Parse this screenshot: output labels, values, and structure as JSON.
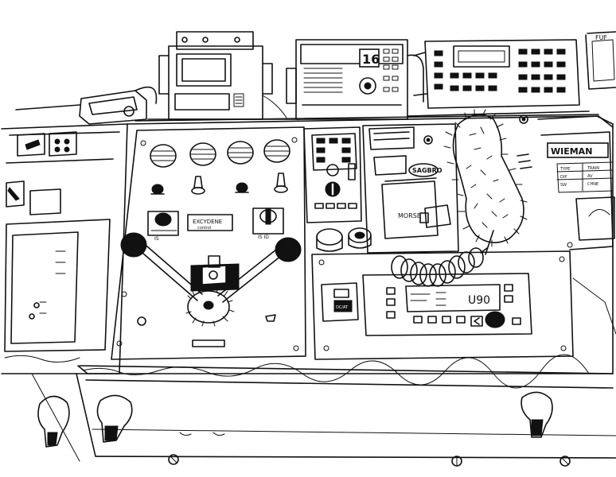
{
  "scene": {
    "labels": {
      "channel_display": "16",
      "freq_display": "U90",
      "morse_label": "MORSE",
      "sailor_brand": "SAGBRO",
      "wireman_sign": "WIEMAN",
      "sign_fine_print": [
        "TYPE",
        "TRAIN",
        "DIP",
        "AV",
        "SW",
        "CHNE"
      ],
      "switch_plate_left": "IS",
      "switch_plate_right": "IS ID",
      "nameplate": "EXCYDENE",
      "nameplate_sub": "control",
      "small_box_label": "DC/AT",
      "top_right_tag": "FUF"
    }
  }
}
